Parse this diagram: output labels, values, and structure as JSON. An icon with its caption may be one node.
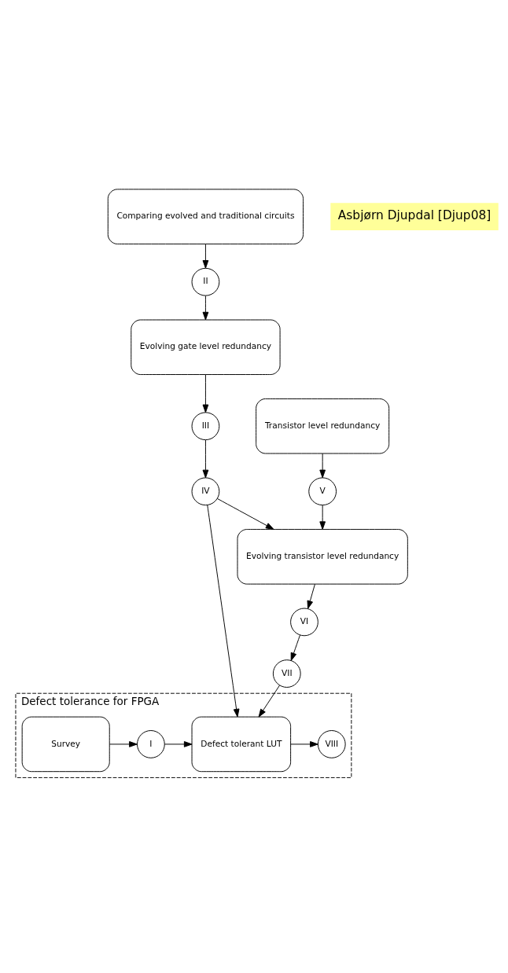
{
  "diagram": {
    "nodes": [
      {
        "text": [
          "Comparing evolved and traditional circuits"
        ]
      },
      {
        "text": [
          "II"
        ]
      },
      {
        "text": [
          "Evolving gate level redundancy"
        ]
      },
      {
        "text": [
          "III"
        ]
      },
      {
        "text": [
          "IV"
        ]
      },
      {
        "text": [
          "Defect tolerance for FPGA"
        ]
      },
      {
        "text": [
          "Survey"
        ],
        "in": 5
      },
      {
        "text": [
          "I"
        ],
        "in": 5
      },
      {
        "text": [
          "Defect tolerant LUT"
        ],
        "in": 5
      },
      {
        "text": [
          "VIII"
        ],
        "in": 5
      },
      {
        "text": [
          "VII"
        ]
      },
      {
        "text": [
          "VI"
        ]
      },
      {
        "text": [
          "Evolving transistor level redundancy"
        ]
      },
      {
        "text": [
          "V"
        ]
      },
      {
        "text": [
          "Transistor level redundancy"
        ]
      }
    ],
    "edges": [
      {
        "from": 0,
        "to": 1,
        "arrow": "to"
      },
      {
        "from": 1,
        "to": 2,
        "arrow": "to"
      },
      {
        "from": 2,
        "to": 3,
        "arrow": "to"
      },
      {
        "from": 3,
        "to": 4,
        "arrow": "to"
      },
      {
        "from": 4,
        "to": 8,
        "arrow": "to"
      },
      {
        "from": 6,
        "to": 7,
        "arrow": "to"
      },
      {
        "from": 7,
        "to": 8,
        "arrow": "to"
      },
      {
        "from": 8,
        "to": 9,
        "arrow": "to"
      },
      {
        "from": 10,
        "to": 8,
        "arrow": "to"
      },
      {
        "from": 11,
        "to": 10,
        "arrow": "to"
      },
      {
        "from": 12,
        "to": 11,
        "arrow": "to"
      },
      {
        "from": 13,
        "to": 12,
        "arrow": "to"
      },
      {
        "from": 14,
        "to": 13,
        "arrow": "to"
      },
      {
        "from": 4,
        "to": 12,
        "arrow": "to"
      }
    ],
    "labels": [
      "Asbjørn Djupdal [Djup08]"
    ]
  }
}
